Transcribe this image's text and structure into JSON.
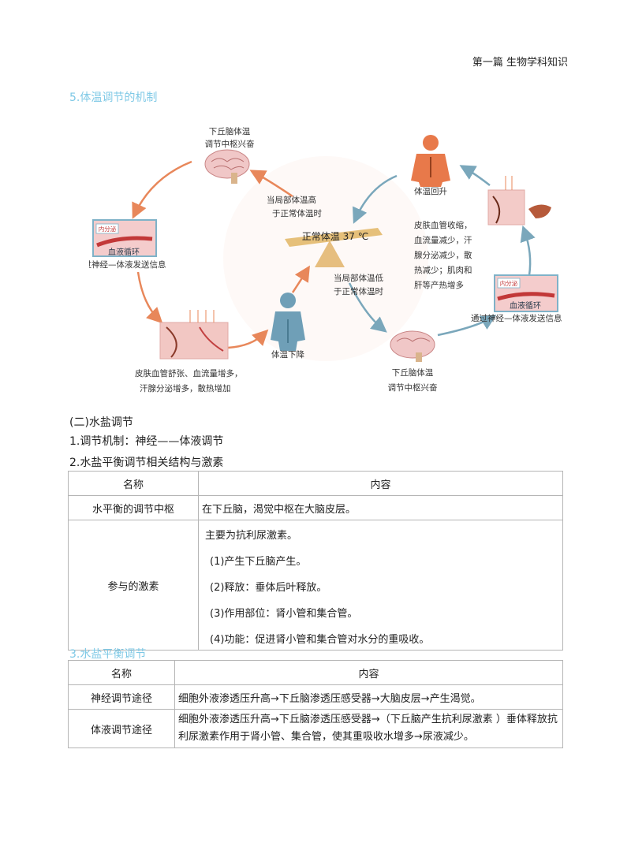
{
  "header": {
    "text": "第一篇 生物学科知识"
  },
  "section5": {
    "title": "5.体温调节的机制"
  },
  "figure": {
    "center_label": "正常体温 37 ℃",
    "top_left_center": [
      "下丘脑体温",
      "调节中枢兴奋"
    ],
    "high_temp": [
      "当局部体温高",
      "于正常体温时"
    ],
    "low_temp": [
      "当局部体温低",
      "于正常体温时"
    ],
    "left_signal_tag": "内分泌",
    "left_signal_box": "血液循环",
    "left_signal_caption": "通过神经—体液发送信息",
    "right_signal_tag": "内分泌",
    "right_signal_box": "血液循环",
    "right_signal_caption": "通过神经—体液发送信息",
    "skin_dilate": [
      "皮肤血管舒张、血流量增多，",
      "汗腺分泌增多，散热增加"
    ],
    "temp_drop": "体温下降",
    "temp_rise": "体温回升",
    "skin_constrict": [
      "皮肤血管收缩，",
      "血流量减少，汗",
      "腺分泌减少，散",
      "热减少；肌肉和",
      "肝等产热增多"
    ],
    "bottom_right_center": [
      "下丘脑体温",
      "调节中枢兴奋"
    ],
    "colors": {
      "orange_arrow": "#e8875a",
      "blue_arrow": "#7aa7bb",
      "title_blue": "#7fc9e6",
      "body_orange": "#e8794a",
      "body_blue": "#6f9fb7"
    }
  },
  "water_salt": {
    "heading": "(二)水盐调节",
    "item1": "1.调节机制：神经——体液调节",
    "item2": "2.水盐平衡调节相关结构与激素"
  },
  "table1": {
    "headers": [
      "名称",
      "内容"
    ],
    "row1": {
      "name": "水平衡的调节中枢",
      "content": "在下丘脑，渴觉中枢在大脑皮层。"
    },
    "row2": {
      "name": "参与的激素",
      "lines": [
        "主要为抗利尿激素。",
        "(1)产生下丘脑产生。",
        "(2)释放：垂体后叶释放。",
        "(3)作用部位：肾小管和集合管。",
        "(4)功能：促进肾小管和集合管对水分的重吸收。"
      ]
    }
  },
  "section3": {
    "title": "3.水盐平衡调节"
  },
  "table2": {
    "headers": [
      "名称",
      "内容"
    ],
    "row1": {
      "name": "神经调节途径",
      "content": "细胞外液渗透压升高→下丘脑渗透压感受器→大脑皮层→产生渴觉。"
    },
    "row2": {
      "name": "体液调节途径",
      "content": "细胞外液渗透压升高→下丘脑渗透压感受器→（下丘脑产生抗利尿激素 ）垂体释放抗利尿激素作用于肾小管、集合管，使其重吸收水增多→尿液减少。"
    }
  }
}
